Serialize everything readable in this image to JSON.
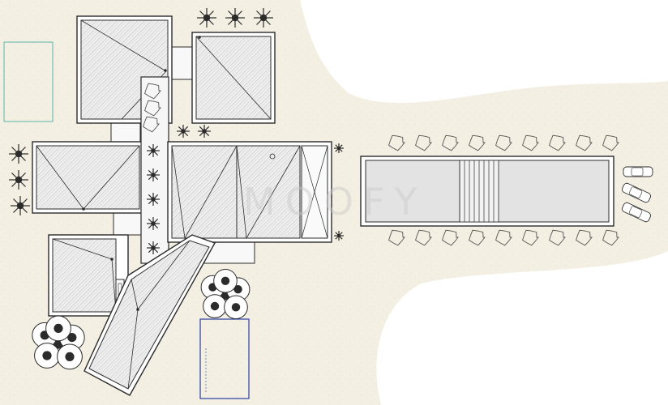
{
  "watermark": "MOOFY",
  "colors": {
    "ground": "#f4efe3",
    "roof_fill": "#efefef",
    "pool_fill": "#e3e3e3",
    "line": "#2b2b2b",
    "hatch": "#bcbcbc",
    "cyan_outline": "#5ab6a8",
    "blue_outline": "#2a3fa6"
  },
  "icons": {
    "tree": "tree-icon",
    "palm": "palm-star-icon",
    "shrub": "shrub-cluster-icon",
    "hedge": "hedge-cloud-icon",
    "car": "car-icon"
  },
  "plan": {
    "roof_panels": [
      "north-west-roof",
      "north-east-roof",
      "west-wing-roof",
      "central-roof",
      "south-west-roof",
      "diagonal-wing-roof"
    ],
    "pool": {
      "stair_steps": 8
    },
    "cars": 3,
    "hedge_row_count": 9
  }
}
